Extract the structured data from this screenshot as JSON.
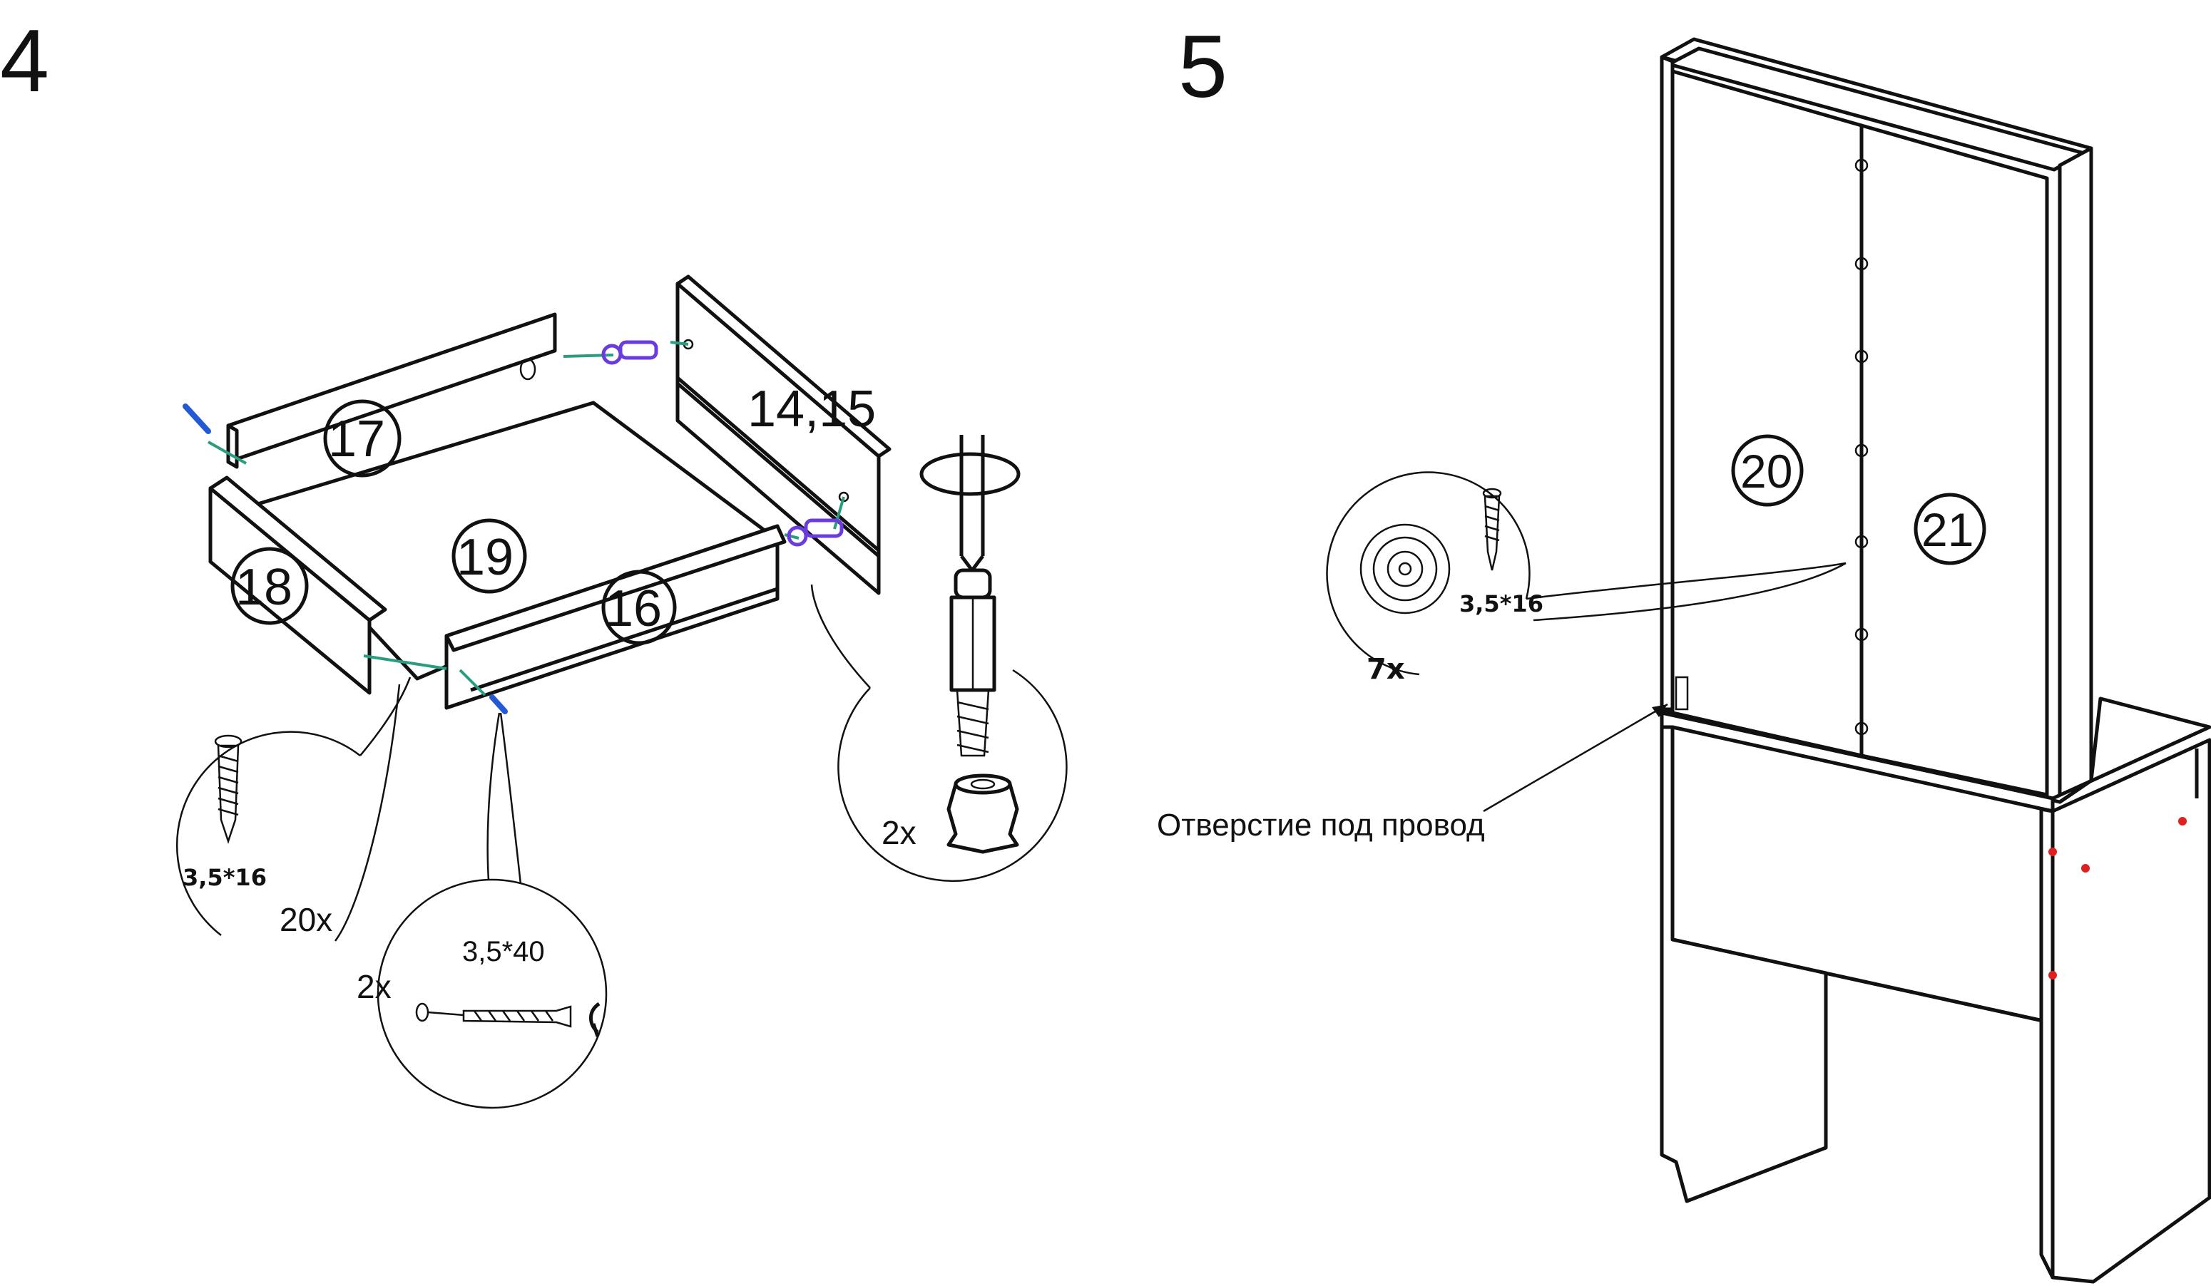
{
  "steps": {
    "step4": "4",
    "step5": "5"
  },
  "parts": {
    "p17": "17",
    "p14_15": "14,15",
    "p19": "19",
    "p18": "18",
    "p16": "16",
    "p20": "20",
    "p21": "21"
  },
  "hardware": {
    "screw_spec_a": "3,5*16",
    "screw_qty_a": "20x",
    "screw_spec_b": "3,5*40",
    "screw_qty_b": "2x",
    "cam_qty": "2x",
    "screw_spec_c": "3,5*16",
    "screw_qty_c": "7x"
  },
  "notes": {
    "wire_hole": "Отверстие под провод"
  },
  "colors": {
    "line": "#111111",
    "connector_green": "#2a9d7e",
    "cam_purple": "#6a3ce0",
    "dowel_blue": "#2459d6",
    "marker_red": "#e02020"
  }
}
